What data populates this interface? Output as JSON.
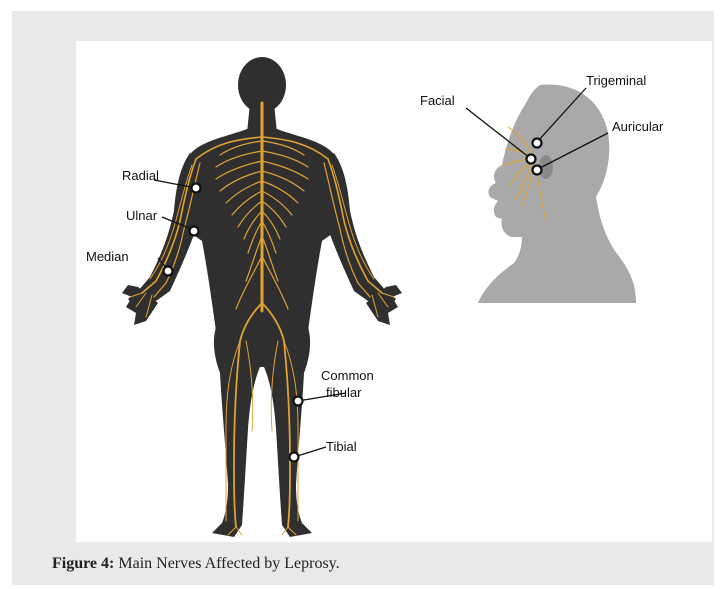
{
  "figure": {
    "labels": {
      "radial": "Radial",
      "ulnar": "Ulnar",
      "median": "Median",
      "common_fibular_line1": "Common",
      "common_fibular_line2": "fibular",
      "tibial": "Tibial",
      "facial": "Facial",
      "trigeminal": "Trigeminal",
      "auricular": "Auricular"
    }
  },
  "caption": {
    "prefix": "Figure 4:",
    "text": " Main Nerves Affected by Leprosy."
  },
  "colors": {
    "card_background": "#e9e9e9",
    "body_silhouette": "#2f2f2f",
    "head_silhouette": "#9a9a9a",
    "nerve": "#e0a233"
  }
}
